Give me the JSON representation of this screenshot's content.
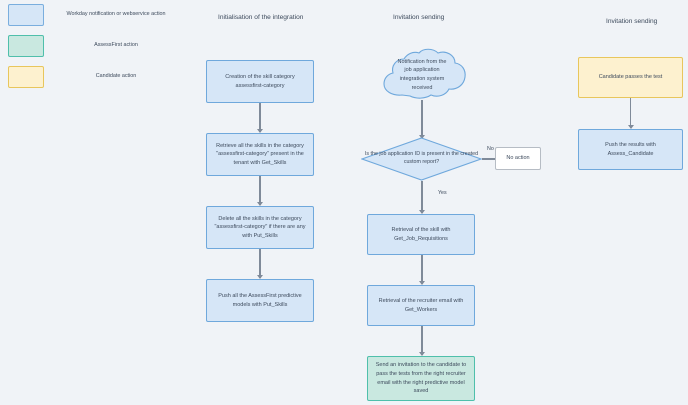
{
  "legend": {
    "items": [
      {
        "swatch": "blue",
        "label": "Workday notification or webservice action"
      },
      {
        "swatch": "green",
        "label": "AssessFirst action"
      },
      {
        "swatch": "yellow",
        "label": "Candidate action"
      }
    ]
  },
  "columns": [
    {
      "title": "Initialisation of the integration"
    },
    {
      "title": "Invitation sending"
    },
    {
      "title": "Invitation sending"
    }
  ],
  "column1": {
    "nodes": [
      {
        "text": "Creation of the skill category assessfirst-category"
      },
      {
        "text": "Retrieve all the skills in the category \"assessfirst-category\" present in the tenant with Get_Skills"
      },
      {
        "text": "Delete all the skills in the category \"assessfirst-category\" if there are any with Put_Skills"
      },
      {
        "text": "Push all the AssessFirst predictive models with Put_Skills"
      }
    ]
  },
  "column2": {
    "cloud": {
      "text": "Notification from the job application integration system received"
    },
    "decision": {
      "text": "Is the job application ID is present in the created custom report?"
    },
    "edge_no": "No",
    "edge_yes": "Yes",
    "no_action": {
      "text": "No action"
    },
    "nodes": [
      {
        "text": "Retrieval of the skill with Get_Job_Requisitions"
      },
      {
        "text": "Retrieval of the recruiter email with Get_Workers"
      },
      {
        "text": "Send an invitation to the candidate to pass the tests from the right recruiter email with the right predictive model saved"
      }
    ]
  },
  "column3": {
    "nodes": [
      {
        "text": "Candidate passes the test"
      },
      {
        "text": "Push the results with Assess_Candidate"
      }
    ]
  }
}
